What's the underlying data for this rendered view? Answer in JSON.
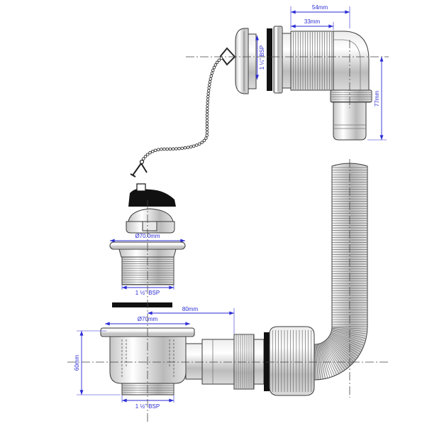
{
  "dimensions": {
    "overflow_depth": "54mm",
    "overflow_thread_length": "33mm",
    "overflow_thread_size": "1 ¼\" BSP",
    "outlet_drop": "77mm",
    "grate_diameter": "Ø70.0mm",
    "grate_thread_size": "1 ½\" BSP",
    "outlet_offset": "80mm",
    "body_diameter": "Ø70mm",
    "body_height": "60mm",
    "body_thread_size": "1 ½\" BSP"
  },
  "colors": {
    "dimension": "#2b2bd6",
    "outline": "#3a3a3a",
    "rubber": "#111111",
    "metal": "#d6d6d6"
  }
}
